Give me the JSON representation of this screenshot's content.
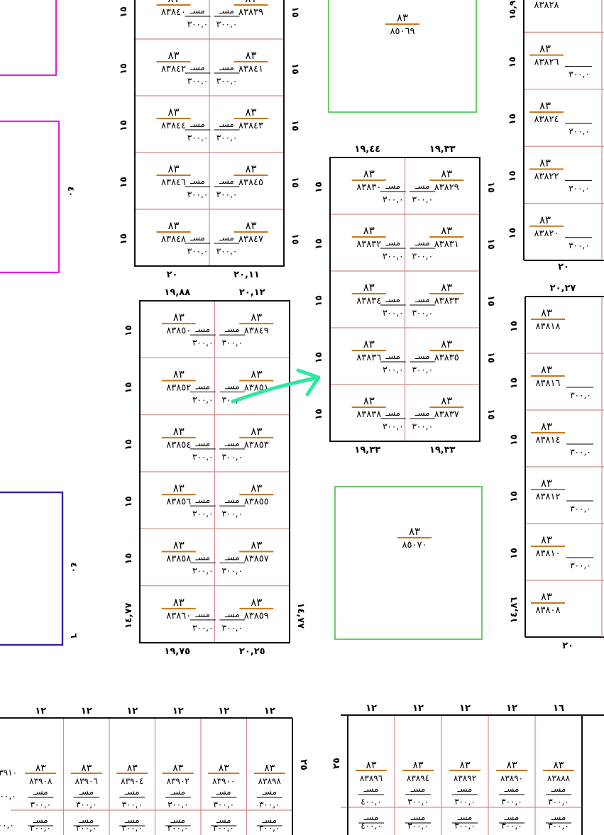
{
  "colors": {
    "block_border": "#111111",
    "parcel_line": "#d08c88",
    "fraction_bar": "#c8781e",
    "green_plot": "#58c85a",
    "magenta_plot": "#e020e0",
    "purple_plot": "#3a1aa8",
    "arrow": "#2ee8a0"
  },
  "arrow_icon": "arrow-right-icon",
  "block_a": {
    "dims_top": [],
    "dims_bottom": [
      "٢٠",
      "٢٠,١١"
    ],
    "rows": [
      {
        "right": {
          "num": "٨١",
          "den": "٨٣٨٣٩",
          "area": "٣٠٠,٠"
        },
        "left": {
          "num": "٨١",
          "den": "٨٣٨٤٠",
          "area": "٣٠٠,٠"
        },
        "dim_r": "١٥",
        "dim_l": "١٥"
      },
      {
        "right": {
          "num": "٨٣",
          "den": "٨٣٨٤١",
          "area": "٣٠٠,٠"
        },
        "left": {
          "num": "٨٣",
          "den": "٨٣٨٤٢",
          "area": "٣٠٠,٠"
        },
        "dim_r": "١٥",
        "dim_l": "١٥"
      },
      {
        "right": {
          "num": "٨٣",
          "den": "٨٣٨٤٣",
          "area": "٣٠٠,٠"
        },
        "left": {
          "num": "٨٣",
          "den": "٨٣٨٤٤",
          "area": "٣٠٠,٠"
        },
        "dim_r": "١٥",
        "dim_l": "١٥"
      },
      {
        "right": {
          "num": "٨٣",
          "den": "٨٣٨٤٥",
          "area": "٣٠٠,٠"
        },
        "left": {
          "num": "٨٣",
          "den": "٨٣٨٤٦",
          "area": "٣٠٠,٠"
        },
        "dim_r": "١٥",
        "dim_l": "١٥"
      },
      {
        "right": {
          "num": "٨٣",
          "den": "٨٣٨٤٧",
          "area": "٣٠٠,٠"
        },
        "left": {
          "num": "٨٣",
          "den": "٨٣٨٤٨",
          "area": "٣٠٠,٠"
        },
        "dim_r": "١٥",
        "dim_l": "١٥"
      }
    ]
  },
  "block_b": {
    "dims_top": [
      "١٩,٨٨",
      "٢٠,١٢"
    ],
    "dims_bottom": [
      "١٩,٧٥",
      "٢٠,٢٥"
    ],
    "rows": [
      {
        "right": {
          "num": "٨٣",
          "den": "٨٣٨٤٩",
          "area": "٣٠٠,٠"
        },
        "left": {
          "num": "٨٣",
          "den": "٨٣٨٥٠",
          "area": "٣٠٠,٠"
        },
        "dim_r": "",
        "dim_l": "١٥"
      },
      {
        "right": {
          "num": "٨٣",
          "den": "٨٣٨٥١",
          "area": "٣٠٠,٠"
        },
        "left": {
          "num": "٨٣",
          "den": "٨٣٨٥٢",
          "area": "٣٠٠,٠"
        },
        "dim_r": "",
        "dim_l": "١٥"
      },
      {
        "right": {
          "num": "٨٣",
          "den": "٨٣٨٥٣",
          "area": "٣٠٠,٠"
        },
        "left": {
          "num": "٨٣",
          "den": "٨٣٨٥٤",
          "area": "٣٠٠,٠"
        },
        "dim_r": "",
        "dim_l": "١٥"
      },
      {
        "right": {
          "num": "٨٣",
          "den": "٨٣٨٥٥",
          "area": "٣٠٠,٠"
        },
        "left": {
          "num": "٨٣",
          "den": "٨٣٨٥٦",
          "area": "٣٠٠,٠"
        },
        "dim_r": "",
        "dim_l": "١٥"
      },
      {
        "right": {
          "num": "٨٣",
          "den": "٨٣٨٥٧",
          "area": "٣٠٠,٠"
        },
        "left": {
          "num": "٨٣",
          "den": "٨٣٨٥٨",
          "area": "٣٠٠,٠"
        },
        "dim_r": "",
        "dim_l": "١٥"
      },
      {
        "right": {
          "num": "٨٣",
          "den": "٨٣٨٥٩",
          "area": "٣٠٠,٠"
        },
        "left": {
          "num": "٨٣",
          "den": "٨٣٨٦٠",
          "area": "٣٠٠,٠"
        },
        "dim_r": "١٤,٧٧",
        "dim_l": "١٤,٧٧"
      }
    ]
  },
  "block_c": {
    "dims_top": [
      "١٩,٤٤",
      "١٩,٣٣"
    ],
    "dims_bottom": [
      "١٩,٣٣",
      "١٩,٣٣"
    ],
    "rows": [
      {
        "right": {
          "num": "٨٣",
          "den": "٨٣٨٢٩",
          "area": "٣٠٠,٠"
        },
        "left": {
          "num": "٨٣",
          "den": "٨٣٨٣٠",
          "area": "٣٠٠,٠"
        },
        "dim_r": "١٥",
        "dim_l": "١٥"
      },
      {
        "right": {
          "num": "٨٣",
          "den": "٨٣٨٣١",
          "area": "٣٠٠,٠"
        },
        "left": {
          "num": "٨٣",
          "den": "٨٣٨٣٢",
          "area": "٣٠٠,٠"
        },
        "dim_r": "١٥",
        "dim_l": "١٥"
      },
      {
        "right": {
          "num": "٨٣",
          "den": "٨٣٨٣٣",
          "area": "٣٠٠,٠"
        },
        "left": {
          "num": "٨٣",
          "den": "٨٣٨٣٤",
          "area": "٣٠٠,٠"
        },
        "dim_r": "١٥",
        "dim_l": "١٥"
      },
      {
        "right": {
          "num": "٨٣",
          "den": "٨٣٨٣٥",
          "area": "٣٠٠,٠"
        },
        "left": {
          "num": "٨٣",
          "den": "٨٣٨٣٦",
          "area": "٣٠٠,٠"
        },
        "dim_r": "١٥",
        "dim_l": "١٥"
      },
      {
        "right": {
          "num": "٨٣",
          "den": "٨٣٨٣٧",
          "area": "٣٠٠,٠"
        },
        "left": {
          "num": "٨٣",
          "den": "٨٣٨٣٨",
          "area": "٣٠٠,٠"
        },
        "dim_r": "١٥",
        "dim_l": "١٥"
      }
    ]
  },
  "green_top": {
    "num": "٨٣",
    "den": "٨٥٠٦٩"
  },
  "green_mid": {
    "num": "٨٣",
    "den": "٨٥٠٧٠"
  },
  "right_col_top": {
    "dim_corner": "١٥,٩",
    "bottom_dim": "٢٠",
    "rows": [
      {
        "num": "",
        "den": "٨٣٨٢٨",
        "area": "",
        "dim": ""
      },
      {
        "num": "٨٣",
        "den": "٨٣٨٢٦",
        "area": "٣٠٠,٠",
        "dim": "١٥"
      },
      {
        "num": "٨٣",
        "den": "٨٣٨٢٤",
        "area": "٣٠٠,٠",
        "dim": "١٥"
      },
      {
        "num": "٨٣",
        "den": "٨٣٨٢٢",
        "area": "٣٠٠,٠",
        "dim": "١٥"
      },
      {
        "num": "٨٣",
        "den": "٨٣٨٢٠",
        "area": "٣٠٠,٠",
        "dim": "١٥"
      }
    ]
  },
  "right_col_bottom": {
    "top_dim": "٢٠,٢٧",
    "bottom_dim": "٢٠",
    "rows": [
      {
        "num": "٨٣",
        "den": "٨٣٨١٨",
        "area": "",
        "dim": "١٥"
      },
      {
        "num": "٨٣",
        "den": "٨٣٨١٦",
        "area": "٣٠٠,٠",
        "dim": "١٥"
      },
      {
        "num": "٨٣",
        "den": "٨٣٨١٤",
        "area": "٣٠٠,٠",
        "dim": "١٥"
      },
      {
        "num": "٨٣",
        "den": "٨٣٨١٢",
        "area": "٣٠٠,٠",
        "dim": "١٥"
      },
      {
        "num": "٨٣",
        "den": "٨٣٨١٠",
        "area": "٣٠٠,٠",
        "dim": "١٥"
      },
      {
        "num": "٨٣",
        "den": "٨٣٨٠٨",
        "area": "",
        "dim": "١٤,٨٦"
      }
    ]
  },
  "left_plots": {
    "dim_mid": "٤٠",
    "dim_low": "٤٠",
    "dim_corner": "٦"
  },
  "bottom_left": {
    "top_dims": [
      "١٢",
      "١٢",
      "١٢",
      "١٢",
      "١٢",
      "١٢"
    ],
    "side_dim": "٢٥",
    "cells": [
      {
        "num": "٨٣",
        "den": "٨٣٨٩٨",
        "area": "٣٠٠,٠"
      },
      {
        "num": "٨٣",
        "den": "٨٣٩٠٠",
        "area": "٣٠٠,٠"
      },
      {
        "num": "٨٣",
        "den": "٨٣٩٠٢",
        "area": "٣٠٠,٠"
      },
      {
        "num": "٨٣",
        "den": "٨٣٩٠٤",
        "area": "٣٠٠,٠"
      },
      {
        "num": "٨٣",
        "den": "٨٣٩٠٦",
        "area": "٣٠٠,٠"
      },
      {
        "num": "٨٣",
        "den": "٨٣٩٠٨",
        "area": "٣٠٠,٠"
      }
    ],
    "partial_den": "٨٣٩١٠",
    "partial_area": "٣٠٠,٠",
    "second_row_area": "٣٠٠,٠"
  },
  "bottom_right": {
    "top_dims": [
      "١٢",
      "١٢",
      "١٢",
      "١٢",
      "١٦"
    ],
    "side_dim": "٢٥",
    "cells": [
      {
        "num": "٨٣",
        "den": "٨٣٨٨٨",
        "area": "٣٠٠,٠"
      },
      {
        "num": "٨٣",
        "den": "٨٣٨٩٠",
        "area": "٣٠٠,٠"
      },
      {
        "num": "٨٣",
        "den": "٨٣٨٩٢",
        "area": "٣٠٠,٠"
      },
      {
        "num": "٨٣",
        "den": "٨٣٨٩٤",
        "area": "٣٠٠,٠"
      },
      {
        "num": "٨٣",
        "den": "٨٣٨٩٦",
        "area": "٤٠٠,٠"
      }
    ],
    "second_row_areas": [
      "٣٠٠,٠",
      "٣٠٠,٠",
      "٣٠٠,٠",
      "٣٠٠,٠",
      "٤٠٠,٠"
    ]
  },
  "area_prefix": "مسـ"
}
